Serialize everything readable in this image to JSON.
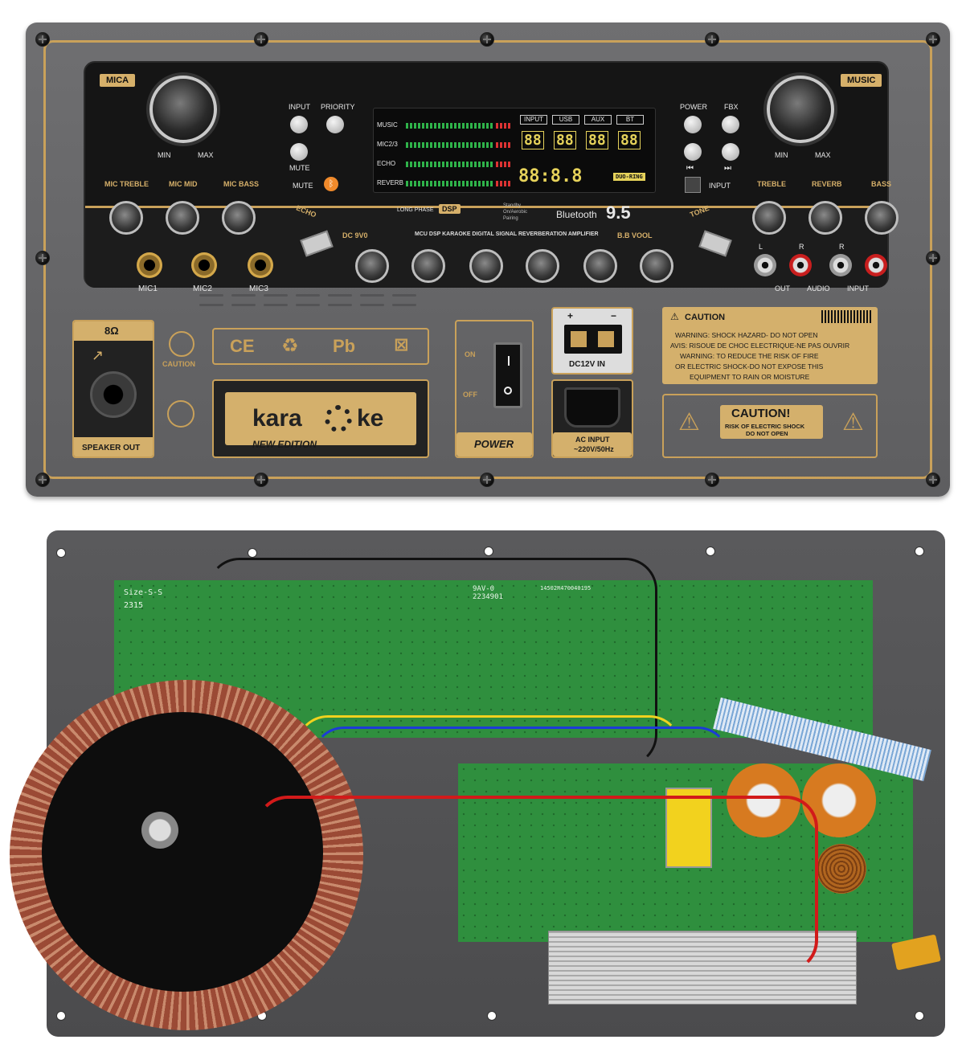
{
  "front_panel": {
    "mic_channel_label": "MICA",
    "music_channel_label": "MUSIC",
    "knob_min": "MIN",
    "knob_max": "MAX",
    "buttons_left": {
      "input": "INPUT",
      "priority": "PRIORITY",
      "mute": "MUTE"
    },
    "buttons_right": {
      "power": "POWER",
      "fbx": "FBX",
      "input": "INPUT"
    },
    "mic_knob_labels": [
      "MIC TREBLE",
      "MIC MID",
      "MIC BASS"
    ],
    "music_knob_labels": [
      "TREBLE",
      "REVERB",
      "BASS"
    ],
    "echo_label": "ECHO",
    "tone_label": "TONE",
    "dc_vol_left": "DC 9V0",
    "dc_vol_right": "B.B VOOL",
    "display": {
      "meters": [
        "MUSIC",
        "MIC2/3",
        "ECHO",
        "REVERB"
      ],
      "sources": [
        "INPUT",
        "USB",
        "AUX",
        "BT"
      ],
      "seg_digits": [
        "88",
        "88",
        "88",
        "88"
      ],
      "seg_clock": "88:8.8",
      "duo_ring": "DUO-RING"
    },
    "long_phase": "LONG PHASE",
    "dsp": "DSP",
    "standby_lines": [
      "Standby",
      "On/Aerobic",
      "Pairing"
    ],
    "bluetooth_label": "Bluetooth",
    "bluetooth_version": "9.5",
    "amplifier_title": "MCU DSP KARAOKE DIGITAL SIGNAL REVERBERATION AMPLIFIER",
    "mic_jacks": [
      "MIC1",
      "MIC2",
      "MIC3"
    ],
    "rca_left": "L",
    "rca_right": "R",
    "rca_right2": "R",
    "rca_out": "OUT",
    "rca_audio": "AUDIO",
    "rca_input": "INPUT",
    "speaker_ohm": "8Ω",
    "speaker_out": "SPEAKER OUT",
    "caution_small": "CAUTION",
    "cert_marks": [
      "CE",
      "♻",
      "Pb"
    ],
    "brand_left": "kara",
    "brand_right": "ke",
    "brand_sub": "NEW EDITION",
    "switch_on": "ON",
    "switch_off": "OFF",
    "power_label": "POWER",
    "dc_plus": "+",
    "dc_minus": "−",
    "dc_in": "DC12V IN",
    "ac_input": "AC INPUT",
    "ac_spec": "~220V/50Hz",
    "caution_heading": "CAUTION",
    "warning_lines": [
      "WARNING: SHOCK HAZARD- DO NOT OPEN",
      "AVIS: RISOUE DE CHOC ELECTRIQUE-NE PAS OUVRIR",
      "WARNING: TO REDUCE THE RISK OF FIRE",
      "OR ELECTRIC SHOCK-DO NOT EXPOSE THIS",
      "EQUIPMENT TO RAIN OR MOISTURE"
    ],
    "caution_big": "CAUTION!",
    "caution_big_lines": [
      "RISK OF ELECTRIC SHOCK",
      "DO NOT OPEN"
    ]
  },
  "back_panel": {
    "pcb_size": "Size-S-S",
    "pcb_code": "2315",
    "pcb_mark1": "9AV-0",
    "pcb_mark2": "2234901",
    "pcb_mark3": "14502R470040195"
  },
  "colors": {
    "plate": "#666668",
    "gold": "#c9a15a",
    "panel_black": "#151515",
    "pcb_green": "#2f8f3e",
    "copper": "#9b4a35"
  }
}
